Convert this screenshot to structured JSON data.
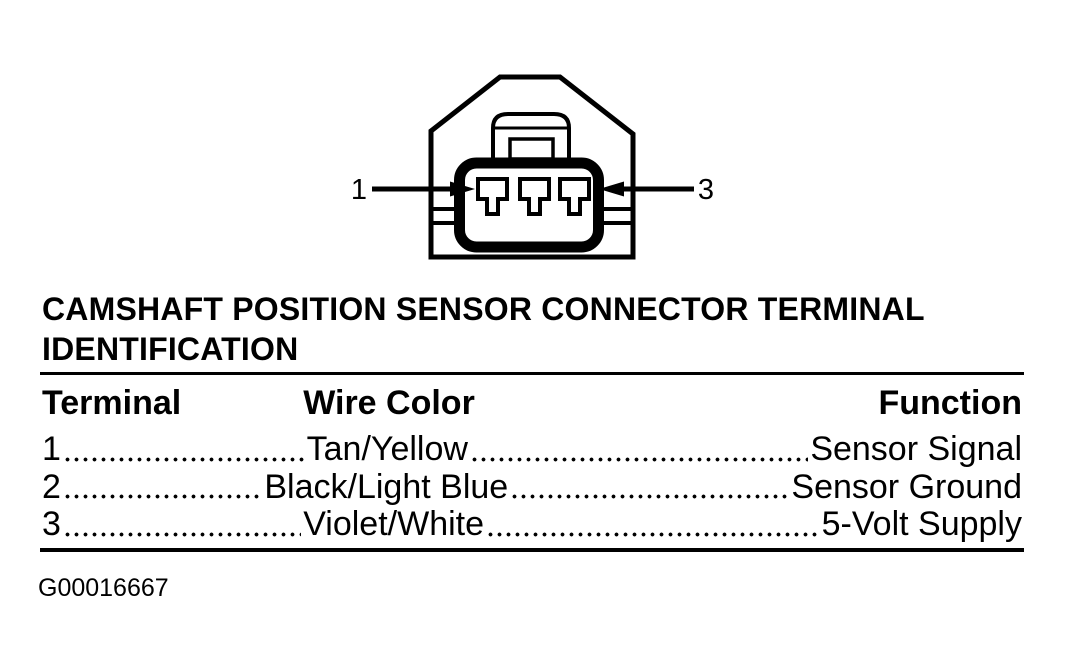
{
  "page": {
    "background_color": "#ffffff",
    "ink_color": "#000000"
  },
  "diagram": {
    "type": "connector-face-view",
    "description": "3-terminal camshaft position sensor connector shown face-on with latch tab on top",
    "terminal_count": 3,
    "left_terminal_label": "1",
    "right_terminal_label": "3"
  },
  "section": {
    "title": "CAMSHAFT POSITION SENSOR CONNECTOR TERMINAL IDENTIFICATION"
  },
  "table": {
    "columns": [
      "Terminal",
      "Wire Color",
      "Function"
    ],
    "rows": [
      {
        "terminal": "1",
        "wire_color": "Tan/Yellow",
        "function": "Sensor Signal"
      },
      {
        "terminal": "2",
        "wire_color": "Black/Light Blue",
        "function": "Sensor Ground"
      },
      {
        "terminal": "3",
        "wire_color": "Violet/White",
        "function": "5-Volt Supply"
      }
    ]
  },
  "figure_id": "G00016667"
}
